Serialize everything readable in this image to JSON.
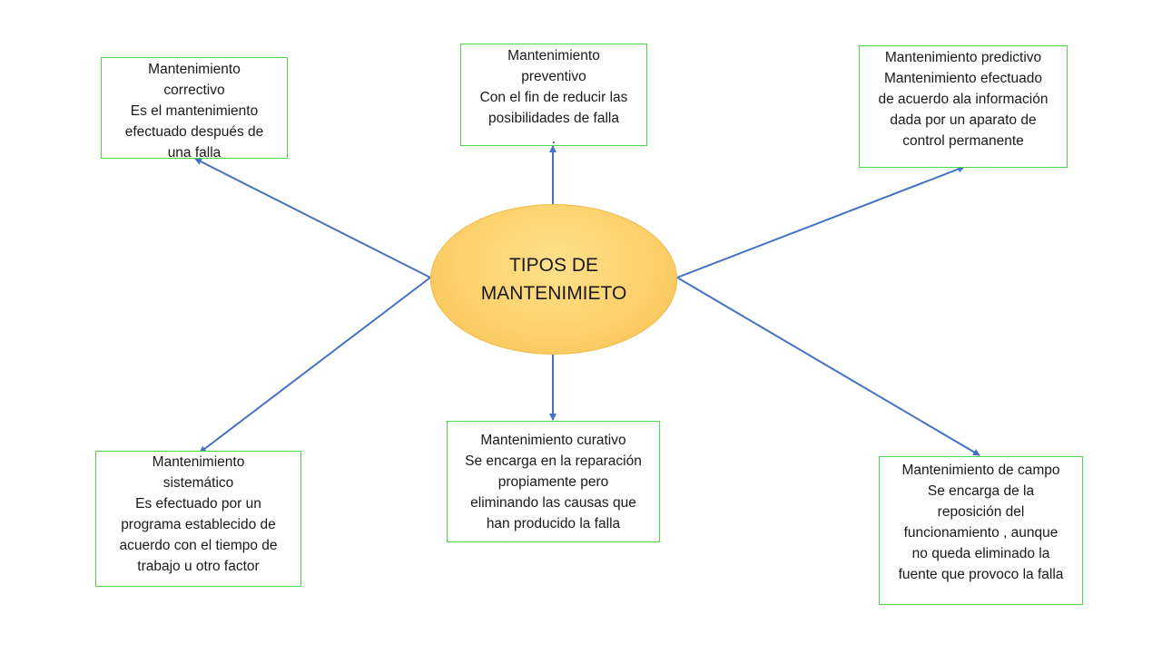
{
  "diagram": {
    "center": {
      "title": "TIPOS DE MANTENIMIETO"
    },
    "boxes": {
      "correctivo": {
        "lines": [
          "Mantenimiento",
          "correctivo",
          "Es el mantenimiento",
          "efectuado después de",
          "una falla"
        ]
      },
      "preventivo": {
        "lines": [
          "Mantenimiento",
          "preventivo",
          "Con el fin de reducir las",
          "posibilidades de falla",
          "."
        ]
      },
      "predictivo": {
        "lines": [
          "Mantenimiento predictivo",
          "Mantenimiento efectuado",
          "de acuerdo ala información",
          "dada por un aparato de",
          "control permanente"
        ]
      },
      "sistematico": {
        "lines": [
          "Mantenimiento",
          "sistemático",
          "Es efectuado por un",
          "programa establecido de",
          "acuerdo con el tiempo de",
          "trabajo u otro factor"
        ]
      },
      "curativo": {
        "lines": [
          "Mantenimiento curativo",
          "Se encarga en la reparación",
          "propiamente pero",
          "eliminando las causas que",
          "han producido la falla"
        ]
      },
      "campo": {
        "lines": [
          "Mantenimiento de campo",
          "Se encarga de la",
          "reposición del",
          "funcionamiento , aunque",
          "no queda eliminado  la",
          "fuente que provoco la falla"
        ]
      }
    },
    "colors": {
      "arrow": "#4472c4",
      "box_border": "#4cd64c",
      "center_fill": "#fcd16b",
      "center_border": "#f0b94a"
    }
  }
}
